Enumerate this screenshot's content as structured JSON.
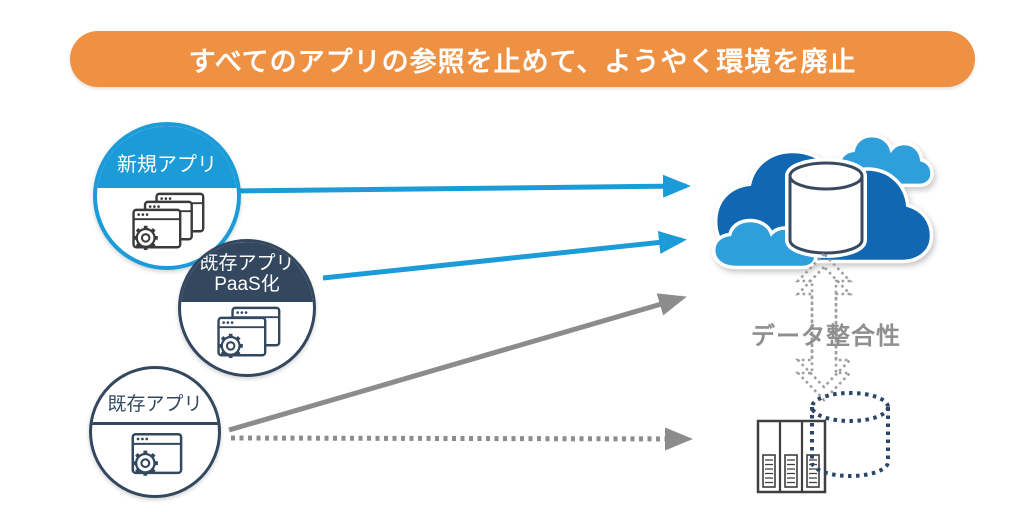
{
  "banner": {
    "title": "すべてのアプリの参照を止めて、ようやく環境を廃止"
  },
  "nodes": {
    "new_app": {
      "label": "新規アプリ"
    },
    "paas_app": {
      "label_line1": "既存アプリ",
      "label_line2": "PaaS化"
    },
    "legacy_app": {
      "label": "既存アプリ"
    }
  },
  "annotations": {
    "data_integrity": "データ整合性"
  },
  "icons": {
    "new_app": "stacked-app-windows-icon",
    "paas_app": "stacked-app-windows-icon",
    "legacy_app": "app-window-gear-icon",
    "cloud": "cloud-database-icon",
    "onprem": "server-rack-icon",
    "legacy_db": "dotted-database-icon",
    "sync": "dotted-double-arrow-icon"
  },
  "colors": {
    "banner_orange": "#EF9143",
    "accent_blue": "#1B9CD8",
    "navy": "#33485F",
    "arrow_gray": "#8C8C8C",
    "text_gray": "#8F8F8F",
    "cloud_dark_blue": "#1167B1",
    "cloud_light_blue": "#2E9FDB",
    "db_outline_navy": "#3A4A5E",
    "dotted_db_navy": "#2C4666"
  }
}
